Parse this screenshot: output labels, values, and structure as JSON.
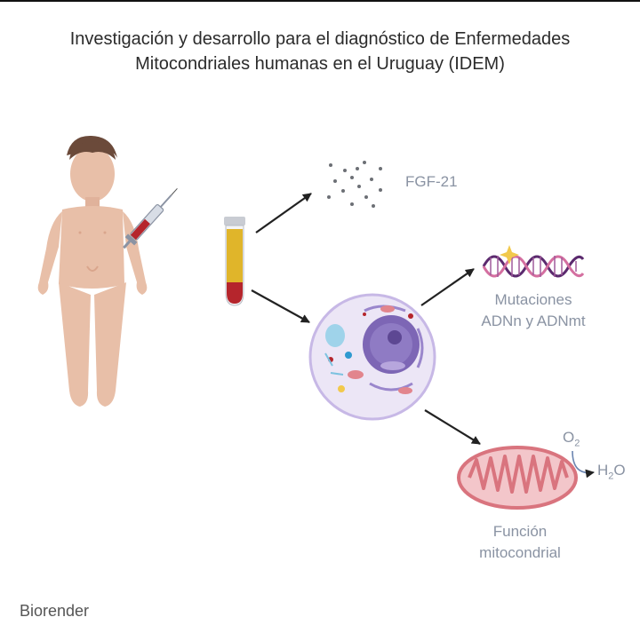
{
  "title": {
    "line1": "Investigación y desarrollo para el diagnóstico de Enfermedades",
    "line2": "Mitocondriales humanas en el Uruguay (IDEM)"
  },
  "labels": {
    "fgf": "FGF-21",
    "mutations_line1": "Mutaciones",
    "mutations_line2": "ADNn y ADNmt",
    "function_line1": "Función",
    "function_line2": "mitocondrial"
  },
  "formulas": {
    "o2_main": "O",
    "o2_sub": "2",
    "h2o_main1": "H",
    "h2o_sub": "2",
    "h2o_main2": "O"
  },
  "footer": {
    "credit": "Biorender"
  },
  "colors": {
    "skin": "#e8bfa8",
    "skin_shadow": "#d9a58c",
    "hair": "#6b4a3a",
    "blood": "#b5252c",
    "plasma": "#e0b52a",
    "cell_fill": "#ece6f6",
    "cell_border": "#c7b8e6",
    "nucleus": "#7d66b5",
    "dna_purple": "#5b2a6e",
    "dna_pink": "#d46fa0",
    "mito": "#e2858d",
    "arrow": "#222222"
  }
}
